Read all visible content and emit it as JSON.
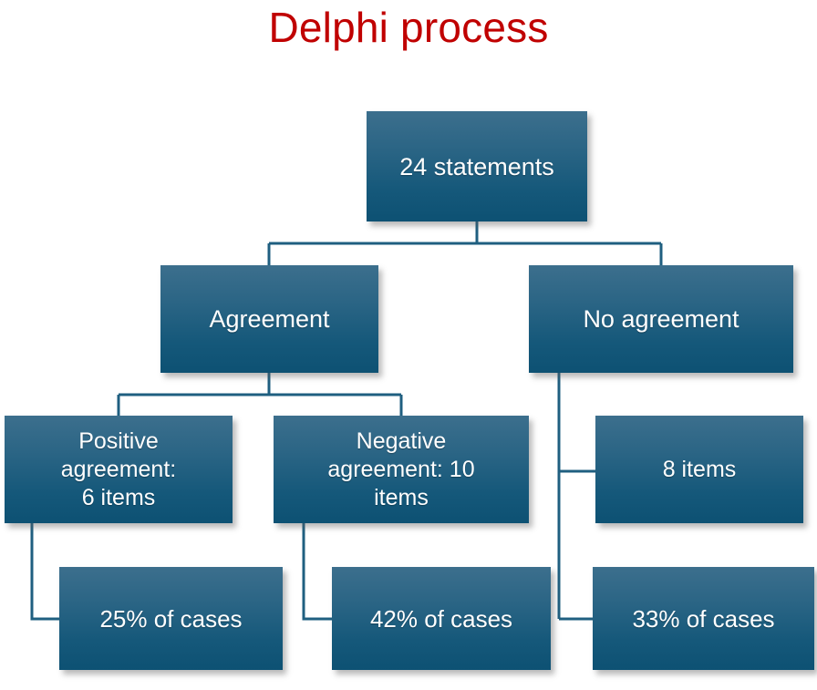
{
  "title": "Delphi process",
  "theme": {
    "title_color": "#C00000",
    "box_gradient_top": "#3c6f8d",
    "box_gradient_bottom": "#0d5173",
    "box_text_color": "#ffffff",
    "connector_color": "#1f5f80",
    "background": "#ffffff"
  },
  "nodes": {
    "statements": "24 statements",
    "agreement": "Agreement",
    "no_agreement": "No agreement",
    "positive_agreement": "Positive\nagreement:\n6 items",
    "negative_agreement": "Negative\nagreement: 10\nitems",
    "no_agreement_items": "8 items",
    "positive_cases": "25% of cases",
    "negative_cases": "42% of cases",
    "no_agreement_cases": "33% of cases"
  },
  "chart_data": {
    "type": "diagram",
    "diagram_kind": "flowchart-tree",
    "title": "Delphi process",
    "orientation": "top-down",
    "nodes": [
      {
        "id": "statements",
        "label": "24 statements",
        "level": 0,
        "value": 24,
        "unit": "statements"
      },
      {
        "id": "agreement",
        "label": "Agreement",
        "level": 1
      },
      {
        "id": "no_agreement",
        "label": "No agreement",
        "level": 1
      },
      {
        "id": "positive_agreement",
        "label": "Positive agreement: 6 items",
        "level": 2,
        "value": 6,
        "unit": "items"
      },
      {
        "id": "negative_agreement",
        "label": "Negative agreement: 10 items",
        "level": 2,
        "value": 10,
        "unit": "items"
      },
      {
        "id": "no_agreement_items",
        "label": "8 items",
        "level": 2,
        "value": 8,
        "unit": "items"
      },
      {
        "id": "positive_cases",
        "label": "25% of cases",
        "level": 3,
        "value": 25,
        "unit": "% of cases"
      },
      {
        "id": "negative_cases",
        "label": "42% of cases",
        "level": 3,
        "value": 42,
        "unit": "% of cases"
      },
      {
        "id": "no_agreement_cases",
        "label": "33% of cases",
        "level": 3,
        "value": 33,
        "unit": "% of cases"
      }
    ],
    "edges": [
      {
        "from": "statements",
        "to": "agreement"
      },
      {
        "from": "statements",
        "to": "no_agreement"
      },
      {
        "from": "agreement",
        "to": "positive_agreement"
      },
      {
        "from": "agreement",
        "to": "negative_agreement"
      },
      {
        "from": "no_agreement",
        "to": "no_agreement_items"
      },
      {
        "from": "no_agreement",
        "to": "no_agreement_cases"
      },
      {
        "from": "positive_agreement",
        "to": "positive_cases"
      },
      {
        "from": "negative_agreement",
        "to": "negative_cases"
      }
    ]
  }
}
